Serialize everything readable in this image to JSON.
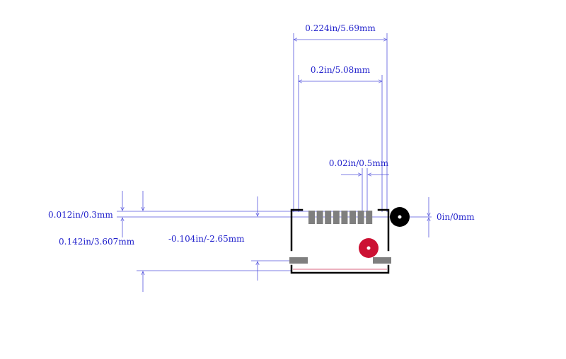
{
  "diagram": {
    "dimensions": {
      "total_width": "0.224in/5.69mm",
      "pin_span": "0.2in/5.08mm",
      "pin_pitch": "0.02in/0.5mm",
      "left_offset": "0.012in/0.3mm",
      "vertical_span": "0.142in/3.607mm",
      "pad_offset": "-0.104in/-2.65mm",
      "origin": "0in/0mm"
    },
    "pin_count": 8,
    "colors": {
      "dimension_line": "#5555dd",
      "dimension_text": "#2222cc",
      "pad": "#7f7f7f",
      "outline": "#000000",
      "pin1_marker": "#cc1133",
      "origin_marker": "#000000",
      "body_edge": "#cc3355"
    }
  }
}
